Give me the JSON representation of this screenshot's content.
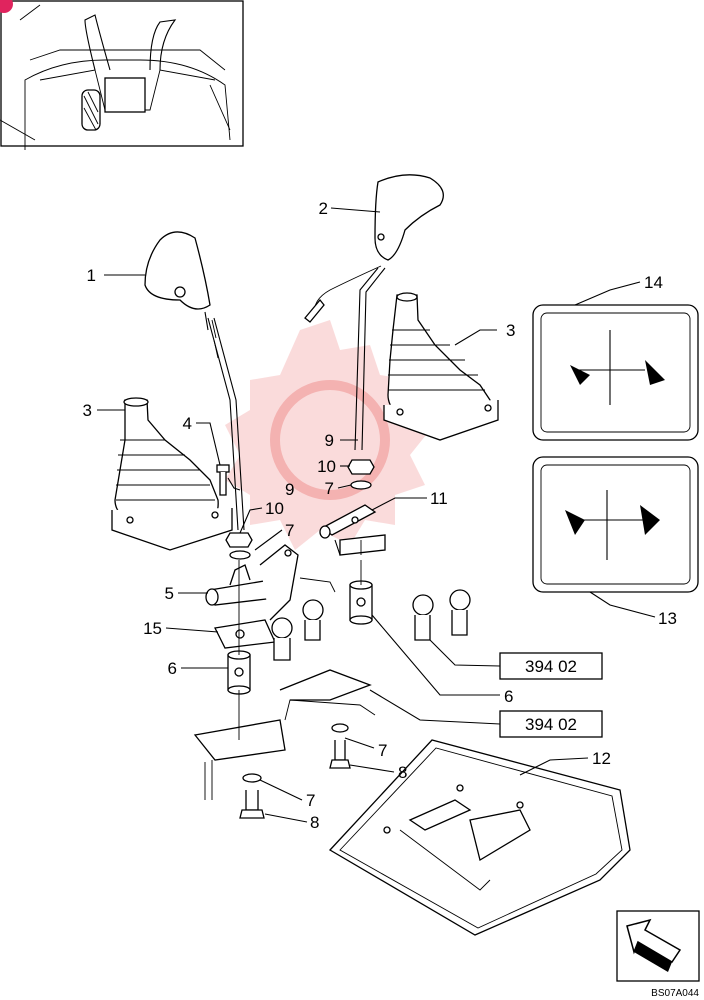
{
  "callouts": {
    "c1": "1",
    "c2": "2",
    "c3a": "3",
    "c3b": "3",
    "c4": "4",
    "c5": "5",
    "c6a": "6",
    "c6b": "6",
    "c7a": "7",
    "c7b": "7",
    "c7c": "7",
    "c7d": "7",
    "c8a": "8",
    "c8b": "8",
    "c9a": "9",
    "c9b": "9",
    "c10a": "10",
    "c10b": "10",
    "c11": "11",
    "c12": "12",
    "c13": "13",
    "c14": "14",
    "c15": "15"
  },
  "references": {
    "ref_top": "394 02",
    "ref_bottom": "394 02"
  },
  "drawing_code": "BS07A044",
  "colors": {
    "line": "#000000",
    "watermark": "#e53935",
    "badge": "#e0245e"
  },
  "icons": {
    "navigation": "arrow-icon",
    "watermark": "gear-watermark-icon"
  }
}
